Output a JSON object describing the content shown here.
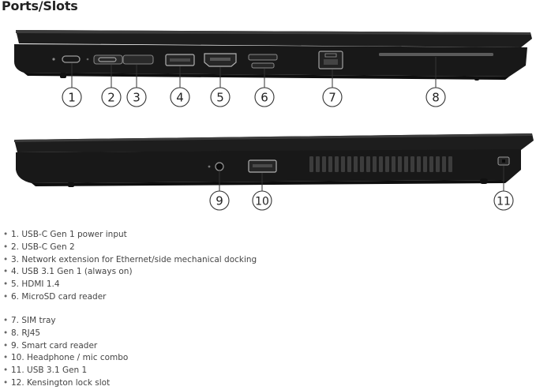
{
  "heading": "Ports/Slots",
  "view_left": {
    "callouts": [
      "1",
      "2",
      "3",
      "4",
      "5",
      "6",
      "7",
      "8"
    ]
  },
  "view_right": {
    "callouts": [
      "9",
      "10",
      "11"
    ]
  },
  "specs": {
    "group1": [
      "1. USB-C Gen 1 power input",
      "2. USB-C Gen 2",
      "3. Network extension for Ethernet/side mechanical docking",
      "4. USB 3.1 Gen 1 (always on)",
      "5. HDMI 1.4",
      "6. MicroSD card reader"
    ],
    "group2": [
      "7. SIM tray",
      "8. RJ45",
      "9. Smart card reader",
      "10. Headphone / mic combo",
      "11. USB 3.1 Gen 1",
      "12. Kensington lock slot"
    ]
  },
  "colors": {
    "chassis": "#1b1b1b",
    "chassis_edge": "#3a3a3a",
    "callout_stroke": "#333333"
  }
}
